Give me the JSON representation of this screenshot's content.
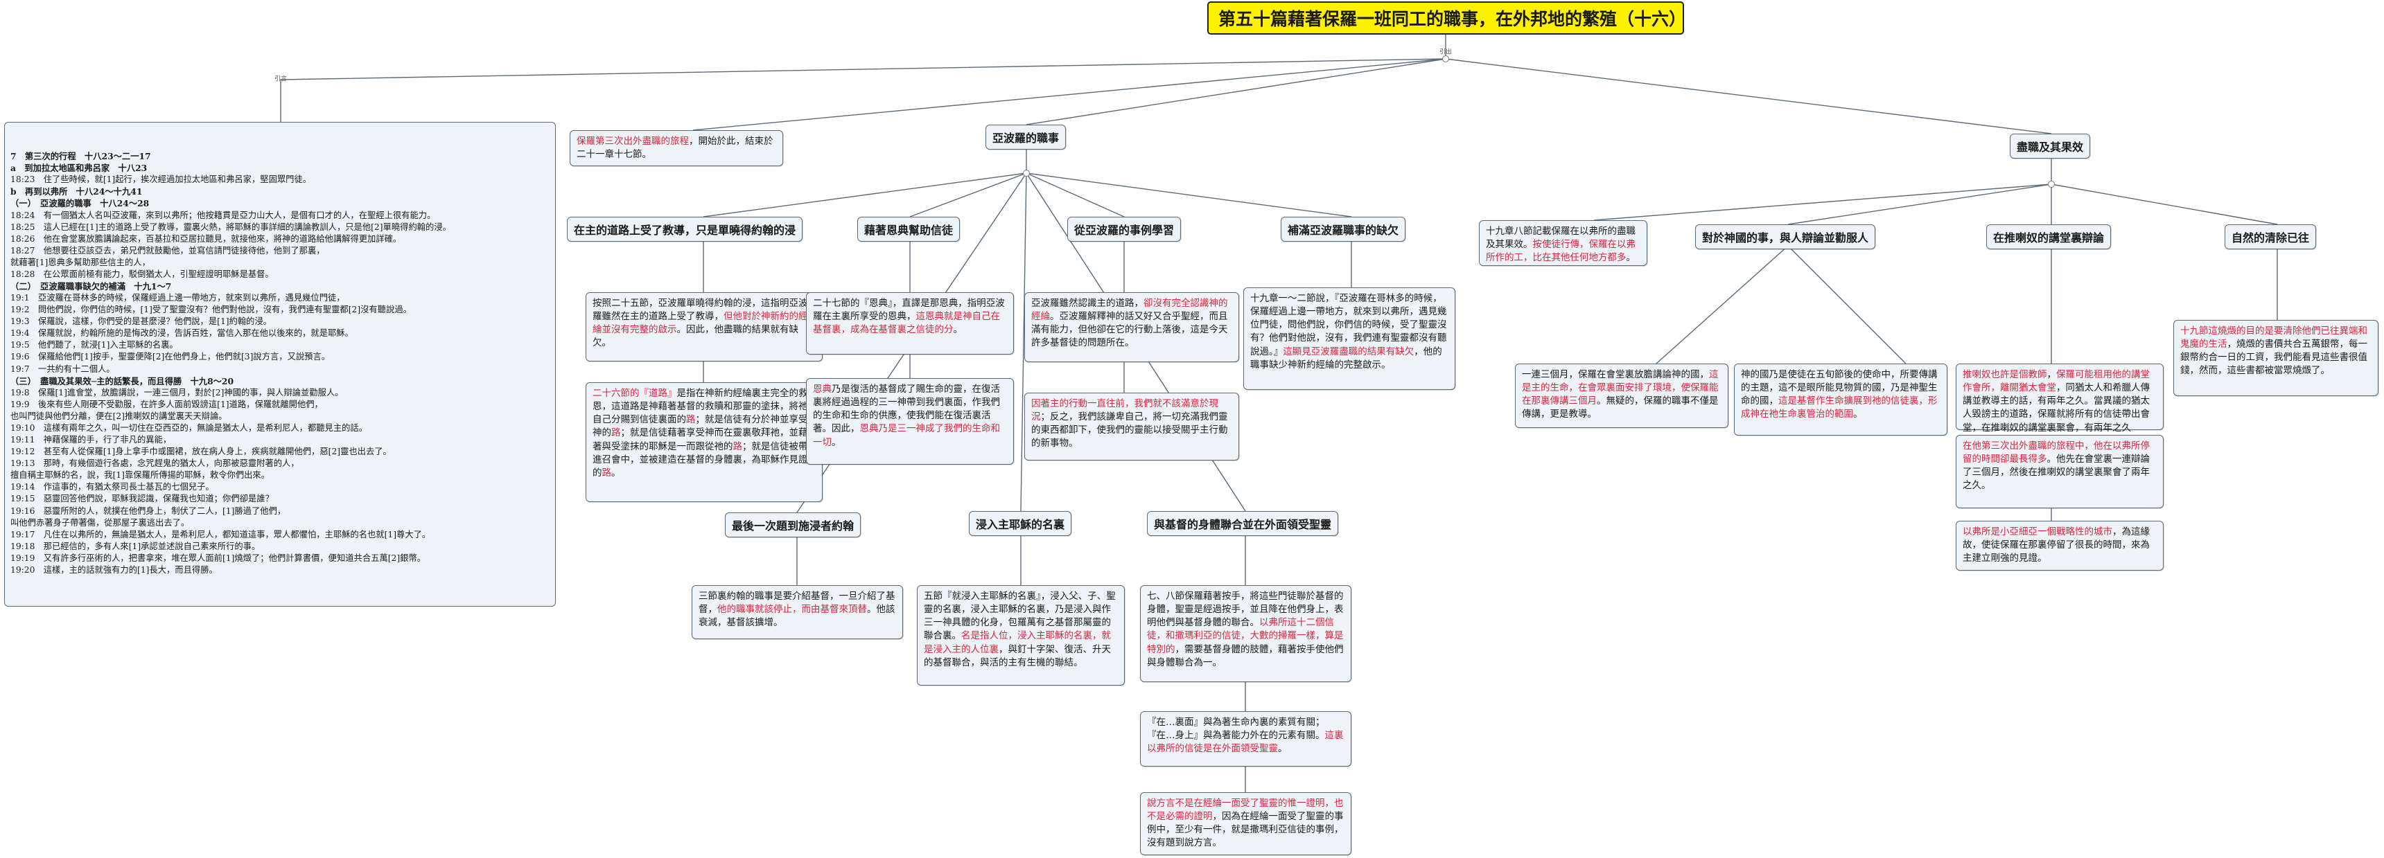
{
  "root": {
    "title": "第五十篇藉著保羅一班同工的職事，在外邦地的繁殖（十六）"
  },
  "connectors": {
    "left": "引言",
    "right": "引出"
  },
  "outline": {
    "lines": [
      "7　第三次的行程　十八23～二一17",
      "a　到加拉太地區和弗呂家　十八23",
      "18:23　住了些時候，就[1]起行，挨次經過加拉太地區和弗呂家，堅固眾門徒。",
      "b　再到以弗所　十八24～十九41",
      "（一）　亞波羅的職事　十八24～28",
      "18:24　有一個猶太人名叫亞波羅，來到以弗所；他按籍貫是亞力山大人，是個有口才的人，在聖經上很有能力。",
      "18:25　這人已經在[1]主的道路上受了教導，靈裏火熱，將耶穌的事詳細的講論教訓人，只是他[2]單曉得約翰的浸。",
      "18:26　他在會堂裏放膽講論起來，百基拉和亞居拉聽見，就接他來，將神的道路給他講解得更加詳確。",
      "18:27　他想要往亞該亞去，弟兄們就鼓勵他，並寫信請門徒接待他，他到了那裏，",
      "就藉著[1]恩典多幫助那些信主的人，",
      "18:28　在公眾面前極有能力，駁倒猶太人，引聖經證明耶穌是基督。",
      "（二）　亞波羅職事缺欠的補滿　十九1～7",
      "19:1　亞波羅在哥林多的時候，保羅經過上邊一帶地方，就來到以弗所，遇見幾位門徒，",
      "19:2　問他們說，你們信的時候，[1]受了聖靈沒有？他們對他說，沒有，我們連有聖靈都[2]沒有聽說過。",
      "19:3　保羅說，這樣，你們受的是甚麼浸？他們說，是[1]約翰的浸。",
      "19:4　保羅就說，約翰所施的是悔改的浸，告訴百姓，當信入那在他以後來的，就是耶穌。",
      "19:5　他們聽了，就浸[1]入主耶穌的名裏。",
      "19:6　保羅給他們[1]按手，聖靈便降[2]在他們身上，他們就[3]說方言，又說預言。",
      "19:7　一共約有十二個人。",
      "（三）　盡職及其果效─主的話繁長，而且得勝　十九8～20",
      "19:8　保羅[1]進會堂，放膽講說，一連三個月，對於[2]神國的事，與人辯論並勸服人。",
      "19:9　後來有些人剛硬不受勸服，在許多人面前毀謗這[1]道路，保羅就離開他們，",
      "也叫門徒與他們分離，便在[2]推喇奴的講堂裏天天辯論。",
      "19:10　這樣有兩年之久，叫一切住在亞西亞的，無論是猶太人，是希利尼人，都聽見主的話。",
      "19:11　神藉保羅的手，行了非凡的異能，",
      "19:12　甚至有人從保羅[1]身上拿手巾或圍裙，放在病人身上，疾病就離開他們，惡[2]靈也出去了。",
      "19:13　那時，有幾個遊行各處，念咒趕鬼的猶太人，向那被惡靈附著的人，",
      "擅自稱主耶穌的名，說，我[1]靠保羅所傳揚的耶穌，敕令你們出來。",
      "19:14　作這事的，有猶太祭司長士基瓦的七個兒子。",
      "19:15　惡靈回答他們說，耶穌我認識，保羅我也知道；你們卻是誰？",
      "19:16　惡靈所附的人，就撲在他們身上，制伏了二人，[1]勝過了他們，",
      "叫他們赤著身子帶著傷，從那屋子裏逃出去了。",
      "19:17　凡住在以弗所的，無論是猶太人，是希利尼人，都知道這事，眾人都懼怕，主耶穌的名也就[1]尊大了。",
      "19:18　那已經信的，多有人來[1]承認並述說自己素來所行的事。",
      "19:19　又有許多行巫術的人，把書拿來，堆在眾人面前[1]燒燬了；他們計算書價，便知道共合五萬[2]銀幣。",
      "19:20　這樣，主的話就強有力的[1]長大，而且得勝。"
    ]
  },
  "intro_box": {
    "red": "保羅第三次出外盡職的旅程",
    "black": "，開始於此，結束於二十一章十七節。"
  },
  "apollos": {
    "label": "亞波羅的職事",
    "branches": [
      {
        "label": "在主的道路上受了教導，只是單曉得約翰的浸",
        "box1": {
          "black": "按照二十五節，亞波羅單曉得約翰的浸，這指明亞波羅雖然在主的道路上受了教導，",
          "red": "但他對於神新約的經綸並沒有完整的啟示",
          "black2": "。因此，他盡職的結果就有缺欠。"
        },
        "box2": {
          "red": "二十六節的『道路』",
          "black": "是指在神新約經綸裏主完全的救恩，這道路是神藉著基督的救贖和那靈的塗抹，將祂自己分賜到信徒裏面的",
          "red2": "路",
          "black2": "；就是信徒有分於神並享受神的",
          "red3": "路",
          "black3": "；就是信徒藉著享受神而在靈裏敬拜祂，並藉著與受塗抹的耶穌是一而跟從祂的",
          "red4": "路",
          "black4": "；就是信徒被帶進召會中，並被建造在基督的身體裏，為耶穌作見證的",
          "red5": "路",
          "black5": "。"
        }
      },
      {
        "label": "藉著恩典幫助信徒",
        "box1": {
          "black": "二十七節的『恩典』，直譯是那恩典，指明亞波羅在主裏所享受的恩典，",
          "red": "這恩典就是神自己在基督裏，成為在基督裏之信徒的分",
          "black2": "。"
        },
        "box2": {
          "red": "恩典",
          "black": "乃是復活的基督成了賜生命的靈，在復活裏將經過過程的三一神帶到我們裏面，作我們的生命和生命的供應，使我們能在復活裏活著。因此，",
          "red2": "恩典乃是三一神成了我們的生命和一切",
          "black2": "。"
        }
      },
      {
        "label": "從亞波羅的事例學習",
        "box1": {
          "black": "亞波羅雖然認識主的道路，",
          "red": "卻沒有完全認識神的經綸",
          "black2": "。亞波羅解釋神的話又好又合乎聖經，而且滿有能力，但他卻在它的行動上落後，這是今天許多基督徒的問題所在。"
        },
        "box2": {
          "red": "因著主的行動一直往前，我們就不該滿意於現況",
          "black": "；反之，我們該謙卑自己，將一切充滿我們靈的東西都卸下，使我們的靈能以接受關乎主行動的新事物。"
        }
      },
      {
        "label": "補滿亞波羅職事的缺欠",
        "box1": {
          "black": "十九章一～二節說，『亞波羅在哥林多的時候，保羅經過上邊一帶地方，就來到以弗所，遇見幾位門徒，問他們說，你們信的時候，受了聖靈沒有？他們對他說，沒有，我們連有聖靈都沒有聽說過。』",
          "red": "這顯見亞波羅盡職的結果有缺欠",
          "black2": "，他的職事缺少神新約經綸的完整啟示。"
        }
      }
    ]
  },
  "chain": {
    "items": [
      {
        "label": "最後一次題到施浸者約翰",
        "box": {
          "black": "三節裏約翰的職事是要介紹基督，一旦介紹了基督，",
          "red": "他的職事就該停止，而由基督來頂替",
          "black2": "。他該衰減，基督該擴增。"
        }
      },
      {
        "label": "浸入主耶穌的名裏",
        "box": {
          "black": "五節『就浸入主耶穌的名裏』，浸入父、子、聖靈的名裏，浸入主耶穌的名裏，乃是浸入與作三一神具體的化身，包羅萬有之基督那屬靈的聯合裏。",
          "red": "名是指人位，浸入主耶穌的名裏，就是浸入主的人位裏",
          "black2": "，與釘十字架、復活、升天的基督聯合，與活的主有生機的聯結。"
        }
      },
      {
        "label": "與基督的身體聯合並在外面領受聖靈",
        "box1": {
          "black": "七、八節保羅藉著按手，將這些門徒聯於基督的身體，聖靈是經過按手，並且降在他們身上，表明他們與基督身體的聯合。",
          "red": "以弗所這十二個信徒，和撒瑪利亞的信徒，大數的掃羅一樣，算是特別的",
          "black2": "，需要基督身體的肢體，藉著按手使他們與身體聯合為一。"
        },
        "box2": {
          "black": "『在…裏面』與為著生命內裏的素質有關；『在…身上』與為著能力外在的元素有關。",
          "red": "這裏以弗所的信徒是在外面領受聖靈",
          "black2": "。"
        },
        "box3": {
          "red": "說方言不是在經綸一面受了聖靈的惟一證明，也不是必需的證明",
          "black": "，因為在經綸一面受了聖靈的事例中，至少有一件，就是撒瑪利亞信徒的事例，沒有題到說方言。"
        }
      }
    ]
  },
  "ministry": {
    "label": "盡職及其果效",
    "intro": {
      "black": "十九章八節記載保羅在以弗所的盡職及其果效。",
      "red": "按使徒行傳，保羅在以弗所作的工，比在其他任何地方都多",
      "black2": "。"
    },
    "branches": [
      {
        "label": "對於神國的事，與人辯論並勸服人",
        "box1": {
          "black": "一連三個月，保羅在會堂裏放膽講論神的國，",
          "red": "這是主的生命，在會眾裏面安排了環境，使保羅能在那裏傳講三個月",
          "black2": "。無疑的，保羅的職事不僅是傳講，更是教導。"
        },
        "box2": {
          "black": "神的國乃是使徒在五旬節後的使命中，所要傳講的主題，這不是眼所能見物質的國，乃是神聖生命的國，",
          "red": "這是基督作生命擴展到祂的信徒裏，形成神在祂生命裏管治的範圍",
          "black2": "。"
        }
      },
      {
        "label": "在推喇奴的講堂裏辯論",
        "box1": {
          "red": "推喇奴也許是個教師",
          "black": "，",
          "red2": "保羅可能租用他的講堂作會所，離開猶太會堂",
          "black2": "，同猶太人和希臘人傳講並教導主的話，有兩年之久。當異議的猶太人毀謗主的道路，保羅就將所有的信徒帶出會堂，在推喇奴的講堂裏聚會，有兩年之久"
        },
        "box2": {
          "red": "在他第三次出外盡職的旅程中，他在以弗所停留的時間卻最長得多",
          "black": "。他先在會堂裏一連辯論了三個月，然後在推喇奴的講堂裏聚會了兩年之久。"
        },
        "box3": {
          "red": "以弗所是小亞細亞一個戰略性的城市",
          "black": "，為這緣故，使徒保羅在那裏停留了很長的時間，來為主建立剛強的見證。"
        }
      },
      {
        "label": "自然的清除已往",
        "box1": {
          "red": "十九節這燒燬的目的是要清除他們已往異端和鬼魔的生活",
          "black": "，燒燬的書價共合五萬銀幣，每一銀幣約合一日的工資，我們能看見這些書很值錢，然而，這些書都被當眾燒燬了。"
        }
      }
    ]
  }
}
